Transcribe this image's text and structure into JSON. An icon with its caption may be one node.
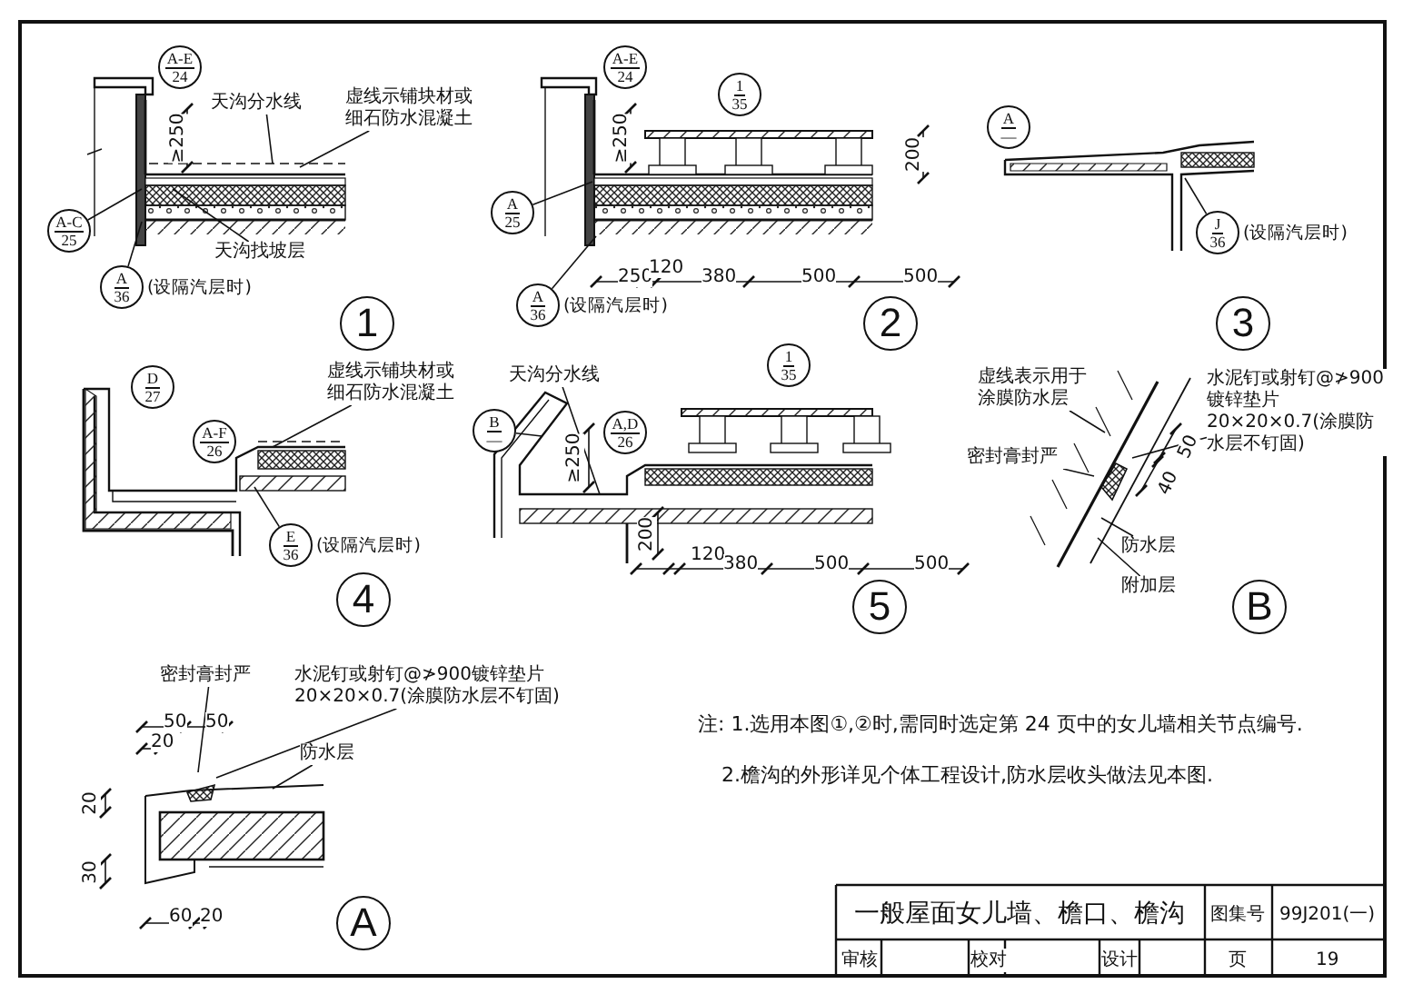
{
  "diagram": {
    "nodes": [
      {
        "text": [
          "A-E",
          "24"
        ]
      },
      {
        "text": [
          "天沟分水线"
        ]
      },
      {
        "text": [
          "虚线示铺块材或细石防水混凝土"
        ]
      },
      {
        "text": [
          "A-C",
          "25"
        ]
      },
      {
        "text": [
          "A",
          "36"
        ],
        "beside": [
          "(设隔汽层时)"
        ]
      },
      {
        "text": [
          "天沟找坡层"
        ]
      },
      {
        "text": [
          "1"
        ]
      },
      {
        "text": [
          "A-E",
          "24"
        ]
      },
      {
        "text": [
          "1",
          "35"
        ]
      },
      {
        "text": [
          "A",
          "25"
        ]
      },
      {
        "text": [
          "A",
          "36"
        ],
        "beside": [
          "(设隔汽层时)"
        ]
      },
      {
        "text": [
          "2"
        ]
      },
      {
        "text": [
          "A",
          "—"
        ]
      },
      {
        "text": [
          "J",
          "36"
        ],
        "beside": [
          "(设隔汽层时)"
        ]
      },
      {
        "text": [
          "3"
        ]
      },
      {
        "text": [
          "D",
          "27"
        ]
      },
      {
        "text": [
          "虚线示铺块材或细石防水混凝土"
        ]
      },
      {
        "text": [
          "A-F",
          "26"
        ]
      },
      {
        "text": [
          "E",
          "36"
        ],
        "beside": [
          "(设隔汽层时)"
        ]
      },
      {
        "text": [
          "4"
        ]
      },
      {
        "text": [
          "天沟分水线"
        ]
      },
      {
        "text": [
          "B",
          "—"
        ]
      },
      {
        "text": [
          "A,D",
          "26"
        ]
      },
      {
        "text": [
          "1",
          "35"
        ]
      },
      {
        "text": [
          "5"
        ]
      },
      {
        "text": [
          "虚线表示用于涂膜防水层"
        ]
      },
      {
        "text": [
          "水泥钉或射钉@≯900镀锌垫片20×20×0.7(涂膜防水层不钉固)"
        ]
      },
      {
        "text": [
          "密封膏封严"
        ]
      },
      {
        "text": [
          "防水层"
        ]
      },
      {
        "text": [
          "附加层"
        ]
      },
      {
        "text": [
          "B"
        ]
      },
      {
        "text": [
          "密封膏封严"
        ]
      },
      {
        "text": [
          "水泥钉或射钉@≯900镀锌垫片20×20×0.7(涂膜防水层不钉固)"
        ]
      },
      {
        "text": [
          "防水层"
        ]
      },
      {
        "text": [
          "A"
        ]
      }
    ],
    "edges": [
      {
        "from": 1,
        "to": null,
        "arrow": "none"
      },
      {
        "from": 2,
        "to": null,
        "arrow": "none"
      },
      {
        "from": 3,
        "to": null,
        "arrow": "none"
      },
      {
        "from": 4,
        "to": null,
        "arrow": "none"
      },
      {
        "from": 5,
        "to": null,
        "arrow": "none"
      },
      {
        "from": 9,
        "to": null,
        "arrow": "none"
      },
      {
        "from": 10,
        "to": null,
        "arrow": "none"
      },
      {
        "from": 13,
        "to": null,
        "arrow": "none"
      },
      {
        "from": 16,
        "to": null,
        "arrow": "none"
      },
      {
        "from": 18,
        "to": null,
        "arrow": "none"
      },
      {
        "from": 20,
        "to": null,
        "arrow": "none"
      },
      {
        "from": 21,
        "to": null,
        "arrow": "none"
      },
      {
        "from": 25,
        "to": null,
        "arrow": "none"
      },
      {
        "from": 26,
        "to": null,
        "arrow": "none"
      },
      {
        "from": 27,
        "to": null,
        "arrow": "none"
      },
      {
        "from": 28,
        "to": null,
        "arrow": "none"
      },
      {
        "from": 29,
        "to": null,
        "arrow": "none"
      },
      {
        "from": 31,
        "to": null,
        "arrow": "none"
      },
      {
        "from": 32,
        "to": null,
        "arrow": "none"
      },
      {
        "from": 33,
        "to": null,
        "arrow": "none"
      }
    ],
    "labels": [
      "≥250",
      "≥250",
      "200",
      "250",
      "120",
      "380",
      "500",
      "500",
      "≥250",
      "200",
      "120",
      "380",
      "500",
      "500",
      "50",
      "40",
      "50",
      "50",
      "20",
      "20",
      "30",
      "60",
      "20",
      "注: 1.选用本图①,②时,需同时选定第 24 页中的女儿墙相关节点编号.",
      "2.檐沟的外形详见个体工程设计,防水层收头做法见本图.",
      "一般屋面女儿墙、檐口、檐沟",
      "图集号",
      "99J201(一)",
      "审核",
      "校对",
      "设计",
      "页",
      "19"
    ]
  }
}
